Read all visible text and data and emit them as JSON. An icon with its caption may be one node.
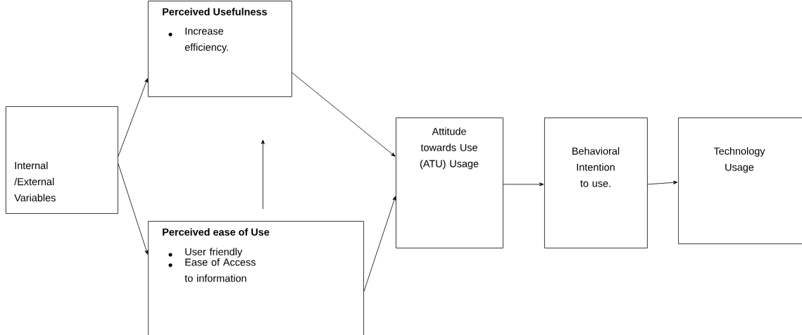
{
  "diagram": {
    "nodes": [
      {
        "text": [
          "Internal /External Variables"
        ]
      },
      {
        "text": [
          "Perceived Usefulness",
          "Increase efficiency."
        ]
      },
      {
        "text": [
          "Perceived ease of Use",
          "User friendly",
          "Ease of Access to information"
        ]
      },
      {
        "text": [
          "Attitude towards Use (ATU) Usage"
        ]
      },
      {
        "text": [
          "Behavioral Intention to use."
        ]
      },
      {
        "text": [
          "Technology Usage"
        ]
      }
    ],
    "edges": [
      {
        "from": 0,
        "to": 1,
        "arrow": "to"
      },
      {
        "from": 0,
        "to": 2,
        "arrow": "to"
      },
      {
        "from": 2,
        "to": 1,
        "arrow": "to"
      },
      {
        "from": 1,
        "to": 3,
        "arrow": "to"
      },
      {
        "from": 2,
        "to": 3,
        "arrow": "to"
      },
      {
        "from": 3,
        "to": 4,
        "arrow": "to"
      },
      {
        "from": 4,
        "to": 5,
        "arrow": "to"
      }
    ]
  }
}
